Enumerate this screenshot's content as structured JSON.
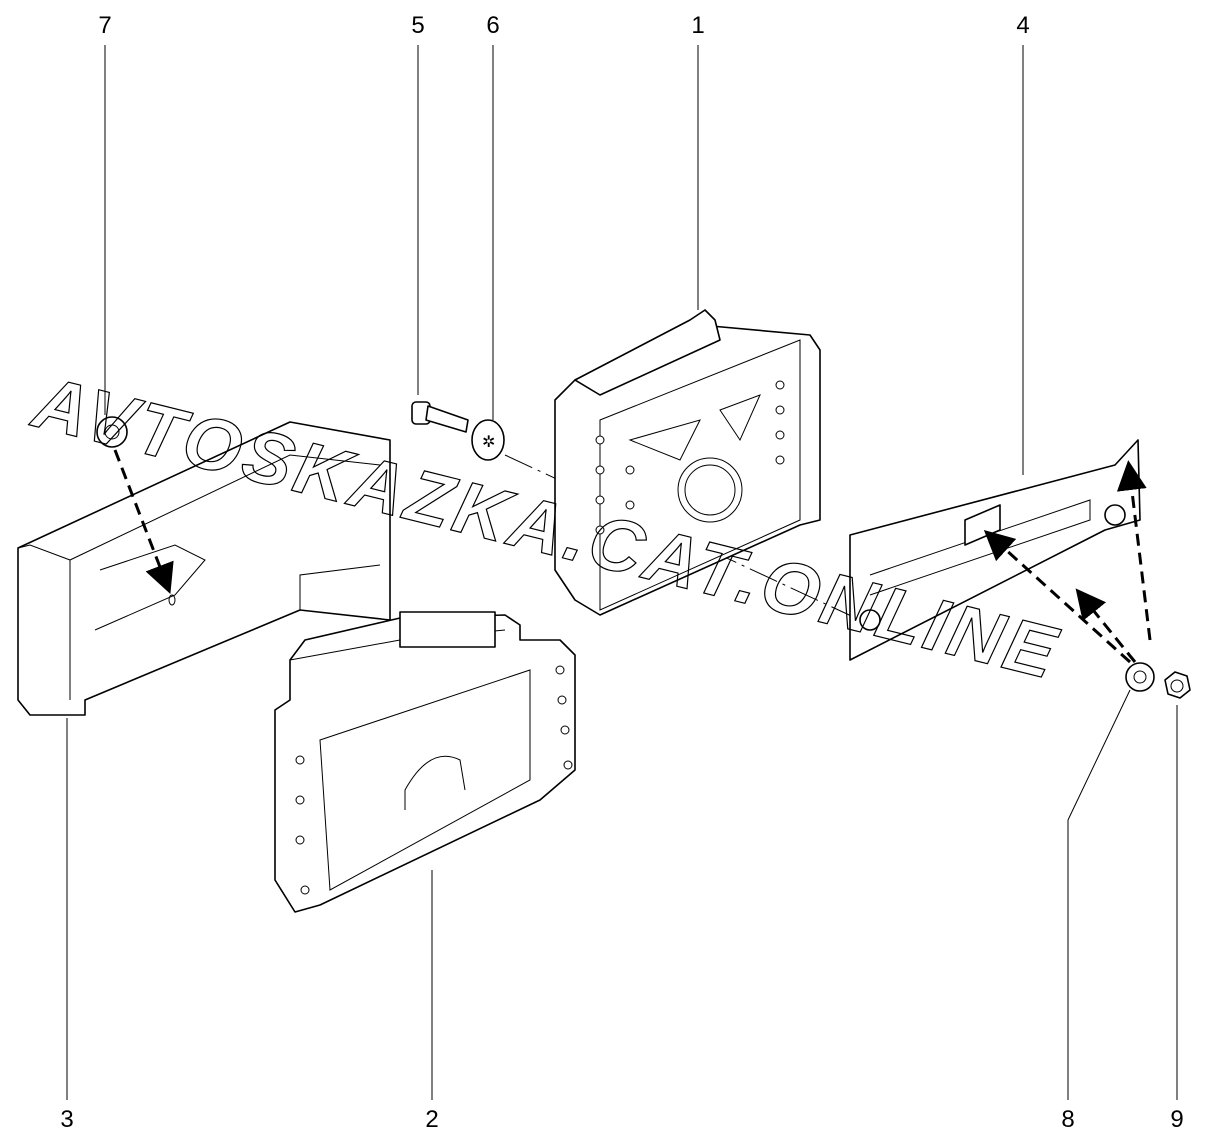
{
  "diagram": {
    "callouts": [
      {
        "id": "1",
        "label": "1"
      },
      {
        "id": "2",
        "label": "2"
      },
      {
        "id": "3",
        "label": "3"
      },
      {
        "id": "4",
        "label": "4"
      },
      {
        "id": "5",
        "label": "5"
      },
      {
        "id": "6",
        "label": "6"
      },
      {
        "id": "7",
        "label": "7"
      },
      {
        "id": "8",
        "label": "8"
      },
      {
        "id": "9",
        "label": "9"
      }
    ],
    "watermark": "AVTOSKAZKA.CAT.ONLINE"
  }
}
